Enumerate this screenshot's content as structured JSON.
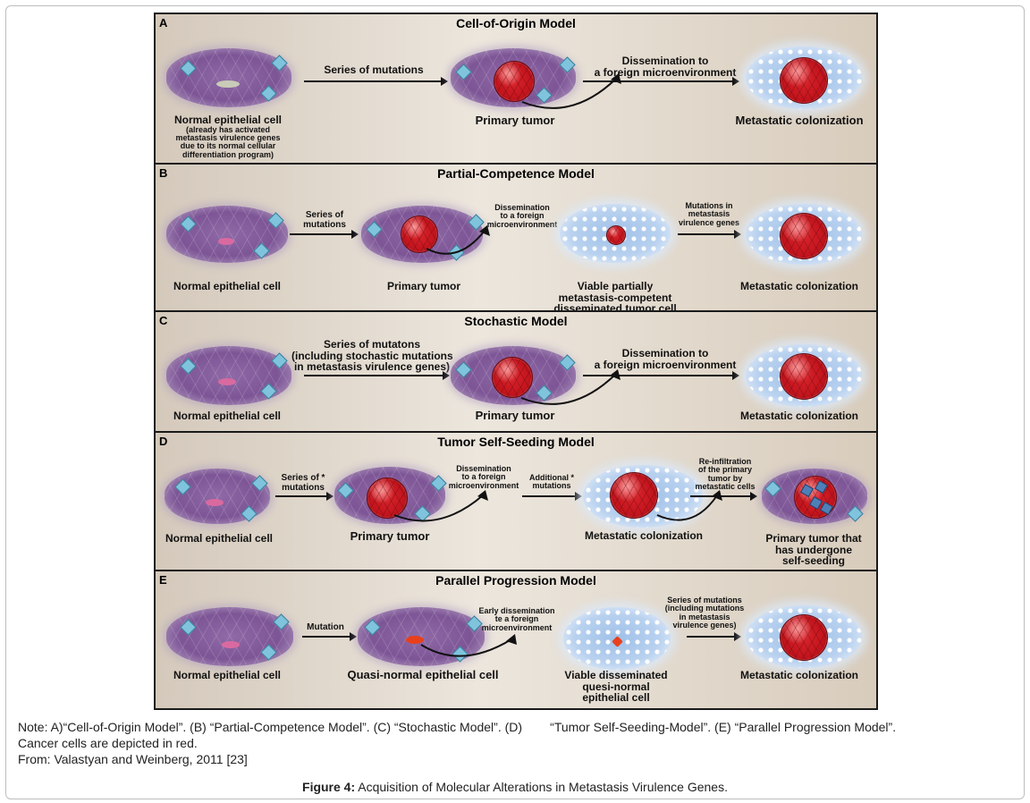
{
  "panels": {
    "a": {
      "letter": "A",
      "title": "Cell-of-Origin Model",
      "arrow1": "Series of mutations",
      "arrow2_line1": "Dissemination to",
      "arrow2_line2": "a foreign microenvironment",
      "cell1_title": "Normal epithelial cell",
      "cell1_line1": "(already has activated",
      "cell1_line2": "metastasis virulence genes",
      "cell1_line3": "due to its normal cellular",
      "cell1_line4": "differentiation program)",
      "cell2": "Primary tumor",
      "cell3": "Metastatic colonization"
    },
    "b": {
      "letter": "B",
      "title": "Partial-Competence Model",
      "arrow1_line1": "Series of",
      "arrow1_line2": "mutations",
      "arrow2_line1": "Dissemination",
      "arrow2_line2": "to a foreign",
      "arrow2_line3": "microenvironment",
      "arrow3_line1": "Mutations in",
      "arrow3_line2": "metastasis",
      "arrow3_line3": "virulence genes",
      "cell1": "Normal epithelial cell",
      "cell2": "Primary tumor",
      "cell3_line1": "Viable partially",
      "cell3_line2": "metastasis-competent",
      "cell3_line3": "disseminated tumor cell",
      "cell4": "Metastatic colonization"
    },
    "c": {
      "letter": "C",
      "title": "Stochastic Model",
      "arrow1_line1": "Series of mutatons",
      "arrow1_line2": "(including stochastic mutations",
      "arrow1_line3": "in metastasis virulence genes)",
      "arrow2_line1": "Dissemination to",
      "arrow2_line2": "a foreign microenvironment",
      "cell1": "Normal epithelial cell",
      "cell2": "Primary tumor",
      "cell3": "Metastatic colonization"
    },
    "d": {
      "letter": "D",
      "title": "Tumor Self-Seeding Model",
      "arrow1_line1": "Series of *",
      "arrow1_line2": "mutations",
      "arrow2_line1": "Dissemination",
      "arrow2_line2": "to a foreign",
      "arrow2_line3": "microenvironment",
      "arrow3_line1": "Additional *",
      "arrow3_line2": "mutations",
      "arrow4_line1": "Re-infiltration",
      "arrow4_line2": "of the primary",
      "arrow4_line3": "tumor by",
      "arrow4_line4": "metastatic cells",
      "cell1": "Normal epithelial cell",
      "cell2": "Primary tumor",
      "cell3": "Metastatic colonization",
      "cell4_line1": "Primary tumor that",
      "cell4_line2": "has undergone",
      "cell4_line3": "self-seeding"
    },
    "e": {
      "letter": "E",
      "title": "Parallel Progression Model",
      "arrow1": "Mutation",
      "arrow2_line1": "Early dissemination",
      "arrow2_line2": "te a foreign",
      "arrow2_line3": "microenvironment",
      "arrow3_line1": "Series of mutations",
      "arrow3_line2": "(including mutations",
      "arrow3_line3": "in metastasis",
      "arrow3_line4": "virulence genes)",
      "cell1": "Normal epithelial cell",
      "cell2": "Quasi-normal epithelial cell",
      "cell3_line1": "Viable disseminated",
      "cell3_line2": "quesi-normal",
      "cell3_line3": "epithelial cell",
      "cell4": "Metastatic colonization"
    }
  },
  "notes": {
    "line1": "Note: A)“Cell-of-Origin Model”. (B) “Partial-Competence Model”. (C) “Stochastic Model”. (D)        “Tumor Self-Seeding-Model”. (E) “Parallel Progression Model”.",
    "line2": "Cancer cells are depicted in red.",
    "line3": "From: Valastyan and Weinberg, 2011 [23]"
  },
  "caption": {
    "label": "Figure 4:",
    "text": " Acquisition of Molecular Alterations in Metastasis Virulence Genes."
  },
  "colors": {
    "tumor": "#c3141d",
    "normal_tissue": "#7d5596",
    "foreign_tissue": "#b8d1ef",
    "panel_bg": "#e6ded2"
  }
}
